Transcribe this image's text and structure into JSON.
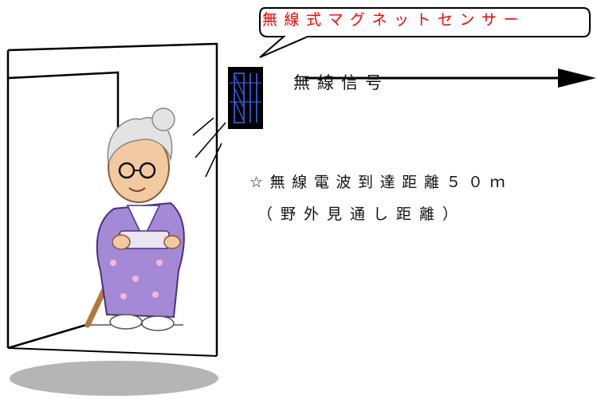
{
  "callout": {
    "text": "無線式マグネットセンサー"
  },
  "signal": {
    "label": "無線信号"
  },
  "notes": {
    "line1": "☆無線電波到達距離５０ｍ",
    "line2": "（野外見通し距離）"
  },
  "colors": {
    "callout_text": "#ff0000",
    "sensor_body": "#000000",
    "sensor_accent": "#3a6cff",
    "kimono": "#a48ad6",
    "shadow": "#b5b5b5"
  }
}
